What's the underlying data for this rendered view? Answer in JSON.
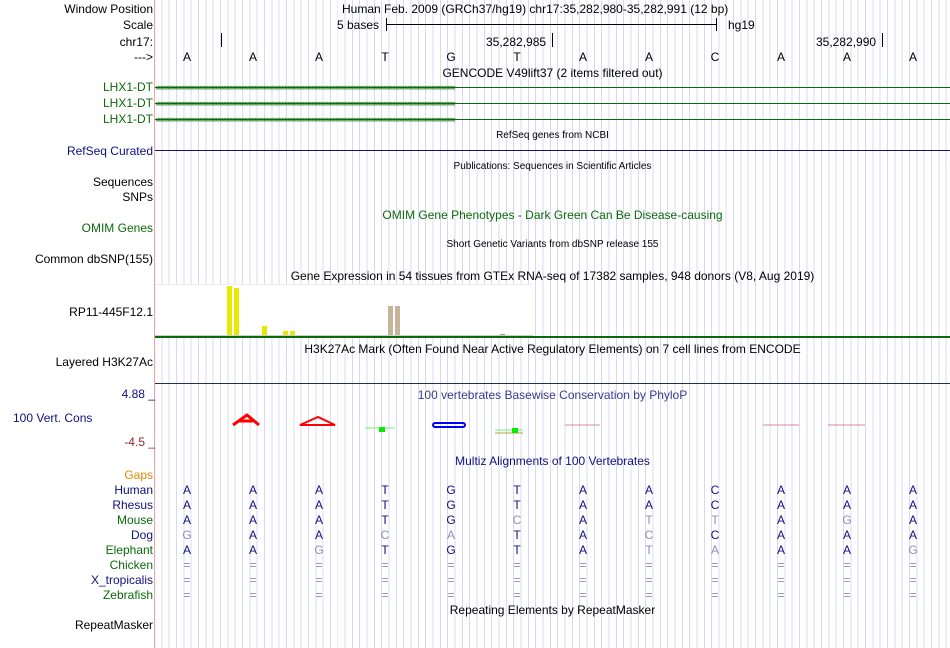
{
  "labels": {
    "window_position": "Window Position",
    "scale": "Scale",
    "chr": "chr17:",
    "arrow": "--->",
    "gencode_rows": [
      "LHX1-DT",
      "LHX1-DT",
      "LHX1-DT"
    ],
    "refseq": "RefSeq Curated",
    "sequences": "Sequences",
    "snps": "SNPs",
    "omim": "OMIM Genes",
    "dbsnp": "Common dbSNP(155)",
    "gtex": "RP11-445F12.1",
    "h3k27ac": "Layered H3K27Ac",
    "cons_max": "4.88 _",
    "cons": "100 Vert. Cons",
    "cons_min": "-4.5 _",
    "gaps": "Gaps",
    "repeatmasker": "RepeatMasker"
  },
  "header": {
    "title": "Human Feb. 2009 (GRCh37/hg19)   chr17:35,282,980-35,282,991 (12 bp)",
    "scale_label": "5 bases",
    "assembly": "hg19",
    "pos1": "35,282,985",
    "pos2": "35,282,990"
  },
  "bases": [
    "A",
    "A",
    "A",
    "T",
    "G",
    "T",
    "A",
    "A",
    "C",
    "A",
    "A",
    "A"
  ],
  "tracks": {
    "gencode": "GENCODE V49lift37 (2 items filtered out)",
    "refseq": "RefSeq genes from NCBI",
    "pubs": "Publications: Sequences in Scientific Articles",
    "omim": "OMIM Gene Phenotypes - Dark Green Can Be Disease-causing",
    "dbsnp": "Short Genetic Variants from dbSNP release 155",
    "gtex": "Gene Expression in 54 tissues from GTEx RNA-seq of 17382 samples, 948 donors (V8, Aug 2019)",
    "h3k27ac": "H3K27Ac Mark (Often Found Near Active Regulatory Elements) on 7 cell lines from ENCODE",
    "phylop": "100 vertebrates Basewise Conservation by PhyloP",
    "multiz": "Multiz Alignments of 100 Vertebrates",
    "rmsk": "Repeating Elements by RepeatMasker"
  },
  "gtex_bars": [
    {
      "tissue": 10,
      "value": 50,
      "color": "#e8e800"
    },
    {
      "tissue": 11,
      "value": 48,
      "color": "#e8e800"
    },
    {
      "tissue": 15,
      "value": 10,
      "color": "#e8e800"
    },
    {
      "tissue": 18,
      "value": 5,
      "color": "#e8e800"
    },
    {
      "tissue": 19,
      "value": 5,
      "color": "#e8e800"
    },
    {
      "tissue": 33,
      "value": 30,
      "color": "#c8b49a"
    },
    {
      "tissue": 34,
      "value": 30,
      "color": "#c8b49a"
    },
    {
      "tissue": 49,
      "value": 2,
      "color": "#999999"
    }
  ],
  "species": [
    {
      "name": "Human",
      "color": "#101080",
      "seq": [
        "A",
        "A",
        "A",
        "T",
        "G",
        "T",
        "A",
        "A",
        "C",
        "A",
        "A",
        "A"
      ],
      "mismatch": []
    },
    {
      "name": "Rhesus",
      "color": "#101080",
      "seq": [
        "A",
        "A",
        "A",
        "T",
        "G",
        "T",
        "A",
        "A",
        "C",
        "A",
        "A",
        "A"
      ],
      "mismatch": []
    },
    {
      "name": "Mouse",
      "color": "#0a6a0a",
      "seq": [
        "A",
        "A",
        "A",
        "T",
        "G",
        "C",
        "A",
        "T",
        "T",
        "A",
        "G",
        "A"
      ],
      "mismatch": [
        5,
        7,
        8,
        10
      ]
    },
    {
      "name": "Dog",
      "color": "#101080",
      "seq": [
        "G",
        "A",
        "A",
        "C",
        "A",
        "T",
        "A",
        "C",
        "C",
        "A",
        "A",
        "A"
      ],
      "mismatch": [
        0,
        3,
        4,
        7
      ]
    },
    {
      "name": "Elephant",
      "color": "#0a6a0a",
      "seq": [
        "A",
        "A",
        "G",
        "T",
        "G",
        "T",
        "A",
        "T",
        "A",
        "A",
        "A",
        "G"
      ],
      "mismatch": [
        2,
        7,
        8,
        11
      ]
    },
    {
      "name": "Chicken",
      "color": "#0a6a0a",
      "seq": [
        "=",
        "=",
        "=",
        "=",
        "=",
        "=",
        "=",
        "=",
        "=",
        "=",
        "=",
        "="
      ],
      "mismatch": [
        0,
        1,
        2,
        3,
        4,
        5,
        6,
        7,
        8,
        9,
        10,
        11
      ]
    },
    {
      "name": "X_tropicalis",
      "color": "#101080",
      "seq": [
        "=",
        "=",
        "=",
        "=",
        "=",
        "=",
        "=",
        "=",
        "=",
        "=",
        "=",
        "="
      ],
      "mismatch": [
        0,
        1,
        2,
        3,
        4,
        5,
        6,
        7,
        8,
        9,
        10,
        11
      ]
    },
    {
      "name": "Zebrafish",
      "color": "#0a6a0a",
      "seq": [
        "=",
        "=",
        "=",
        "=",
        "=",
        "=",
        "=",
        "=",
        "=",
        "=",
        "=",
        "="
      ],
      "mismatch": [
        0,
        1,
        2,
        3,
        4,
        5,
        6,
        7,
        8,
        9,
        10,
        11
      ]
    }
  ]
}
